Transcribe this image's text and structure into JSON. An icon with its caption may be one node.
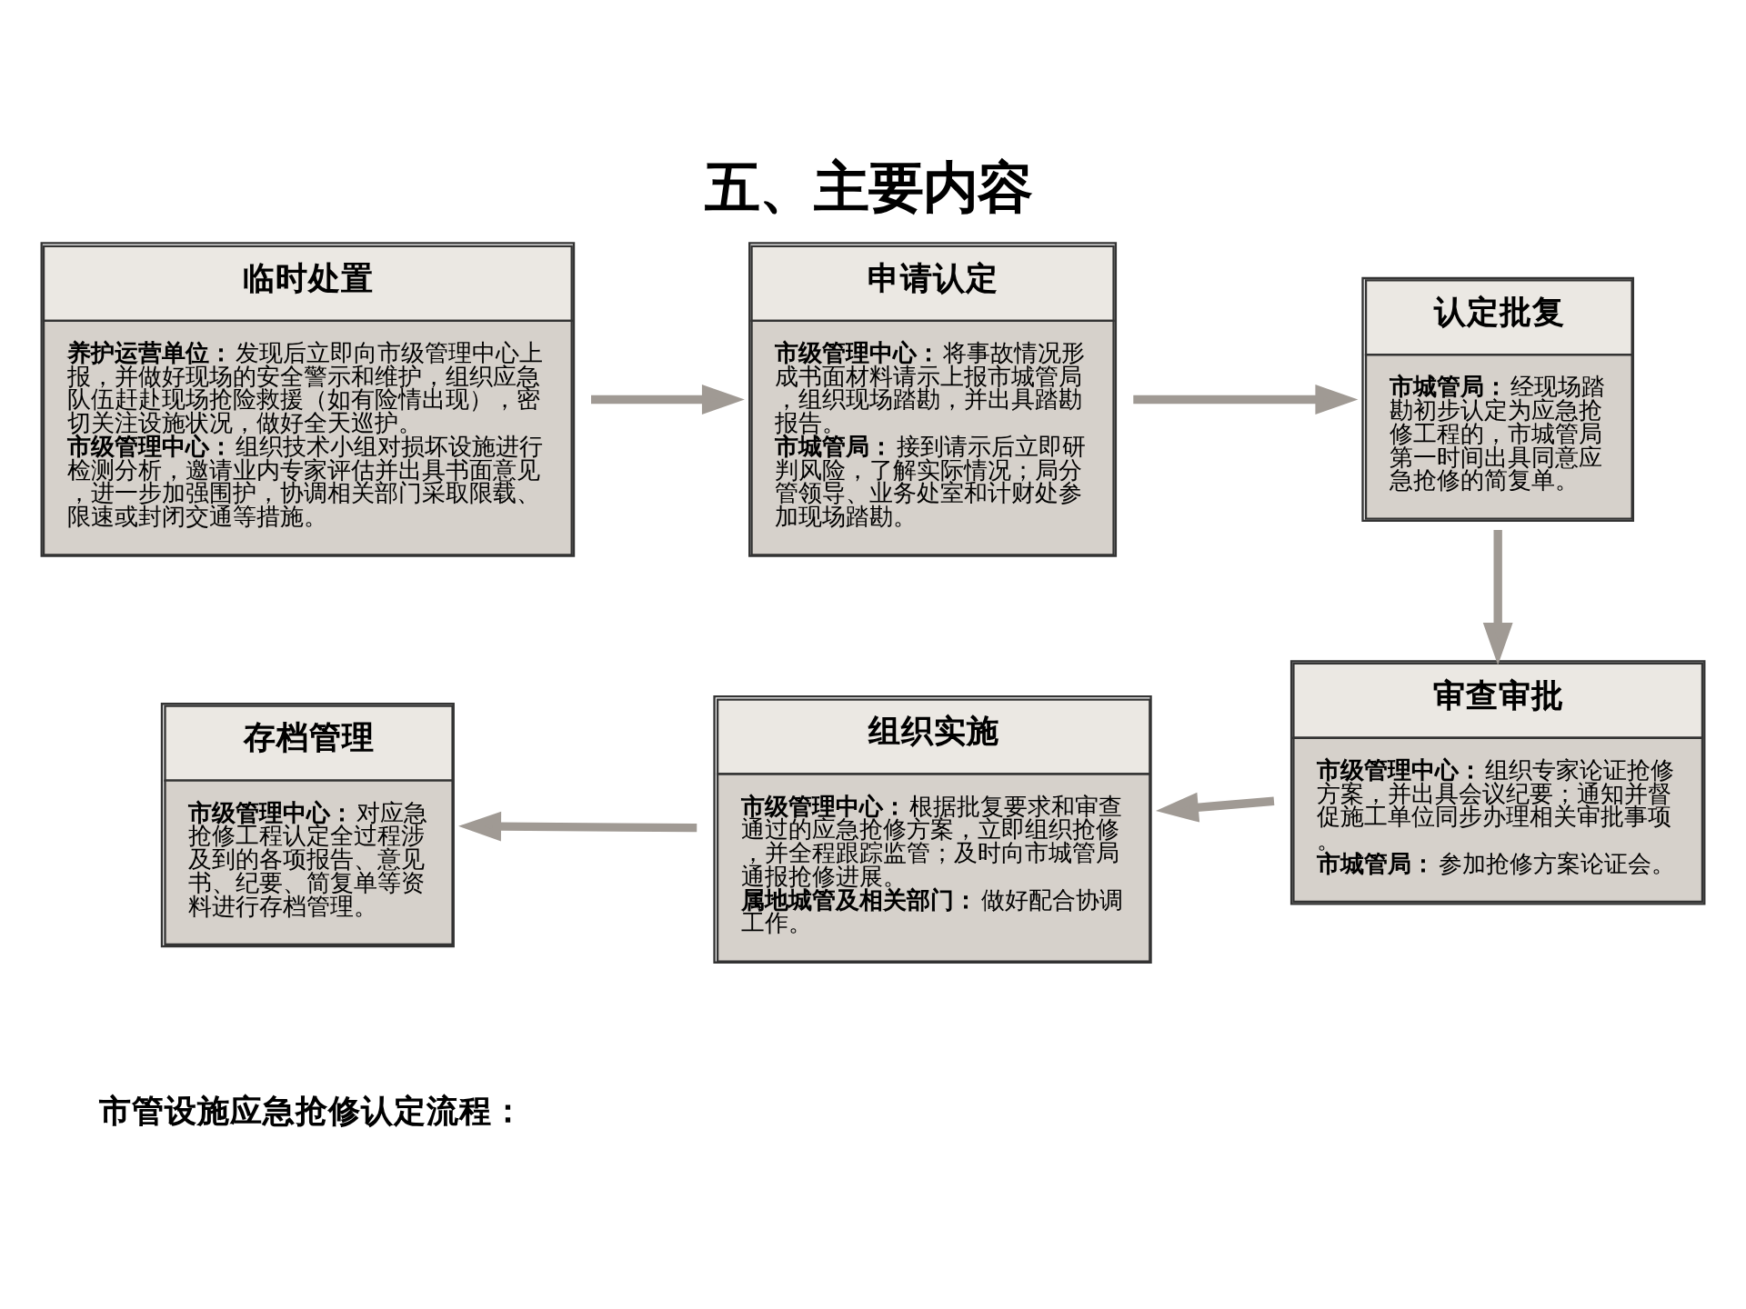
{
  "diagram": {
    "title": "五、主要内容",
    "nodes": [
      {
        "text": [
          "临时处置",
          "**养护运营单位：**发现后立即向市级管理中心上报，并做好现场的安全警示和维护，组织应急队伍赶赴现场抢险救援（如有险情出现），密切关注设施状况，做好全天巡护。",
          "**市级管理中心：**组织技术小组对损坏设施进行检测分析，邀请业内专家评估并出具书面意见，进一步加强围护，协调相关部门采取限载、限速或封闭交通等措施。"
        ]
      },
      {
        "text": [
          "申请认定",
          "**市级管理中心：**将事故情况形成书面材料请示上报市城管局，组织现场踏勘，并出具踏勘报告。",
          "**市城管局：**接到请示后立即研判风险，了解实际情况；局分管领导、业务处室和计财处参加现场踏勘。"
        ]
      },
      {
        "text": [
          "认定批复",
          "**市城管局：**经现场踏勘初步认定为应急抢修工程的，市城管局第一时间出具同意应急抢修的简复单。"
        ]
      },
      {
        "text": [
          "审查审批",
          "**市级管理中心：**组织专家论证抢修方案，并出具会议纪要；通知并督促施工单位同步办理相关审批事项。",
          "**市城管局：**参加抢修方案论证会。"
        ]
      },
      {
        "text": [
          "组织实施",
          "**市级管理中心：**根据批复要求和审查通过的应急抢修方案，立即组织抢修，并全程跟踪监管；及时向市城管局通报抢修进展。",
          "**属地城管及相关部门：**做好配合协调工作。"
        ]
      },
      {
        "text": [
          "存档管理",
          "**市级管理中心：**对应急抢修工程认定全过程涉及到的各项报告、意见书、纪要、简复单等资料进行存档管理。"
        ]
      }
    ],
    "edges": [
      {
        "from": 0,
        "to": 1,
        "arrow": "to"
      },
      {
        "from": 1,
        "to": 2,
        "arrow": "to"
      },
      {
        "from": 2,
        "to": 3,
        "arrow": "to"
      },
      {
        "from": 3,
        "to": 4,
        "arrow": "to"
      },
      {
        "from": 4,
        "to": 5,
        "arrow": "to"
      }
    ],
    "labels": [
      "市管设施应急抢修认定流程："
    ]
  }
}
